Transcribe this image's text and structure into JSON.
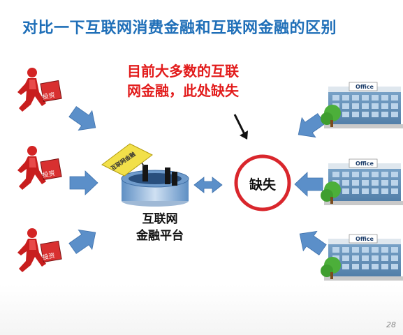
{
  "title": "对比一下互联网消费金融和互联网金融的区别",
  "note": {
    "line1": "目前大多数的互联",
    "line2": "网金融，此处缺失"
  },
  "platform": {
    "line1": "互联网",
    "line2": "金融平台",
    "flag_text": "互联网金融"
  },
  "missing_label": "缺失",
  "investor_tag": "投资",
  "office_sign": "Office",
  "page_number": "28",
  "colors": {
    "title": "#1f6fb8",
    "note": "#e21b1b",
    "arrow": "#5b8fc9",
    "circle": "#d9262c",
    "person": "#d32424"
  }
}
